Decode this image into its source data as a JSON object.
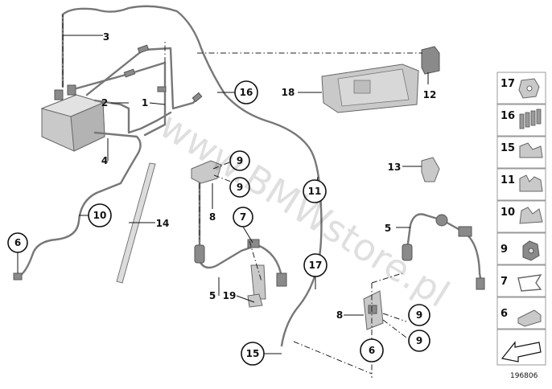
{
  "callouts": {
    "c1": "1",
    "c2": "2",
    "c3": "3",
    "c4": "4",
    "c5a": "5",
    "c5b": "5",
    "c6a": "6",
    "c6b": "6",
    "c7": "7",
    "c8a": "8",
    "c8b": "8",
    "c9a": "9",
    "c9b": "9",
    "c9c": "9",
    "c9d": "9",
    "c10": "10",
    "c11": "11",
    "c12": "12",
    "c13": "13",
    "c14": "14",
    "c15": "15",
    "c16": "16",
    "c17": "17",
    "c18": "18",
    "c19": "19"
  },
  "legend": [
    "17",
    "16",
    "15",
    "11",
    "10",
    "9",
    "7",
    "6"
  ],
  "watermark": "www.BMWstore.pl",
  "doc_number": "196806"
}
